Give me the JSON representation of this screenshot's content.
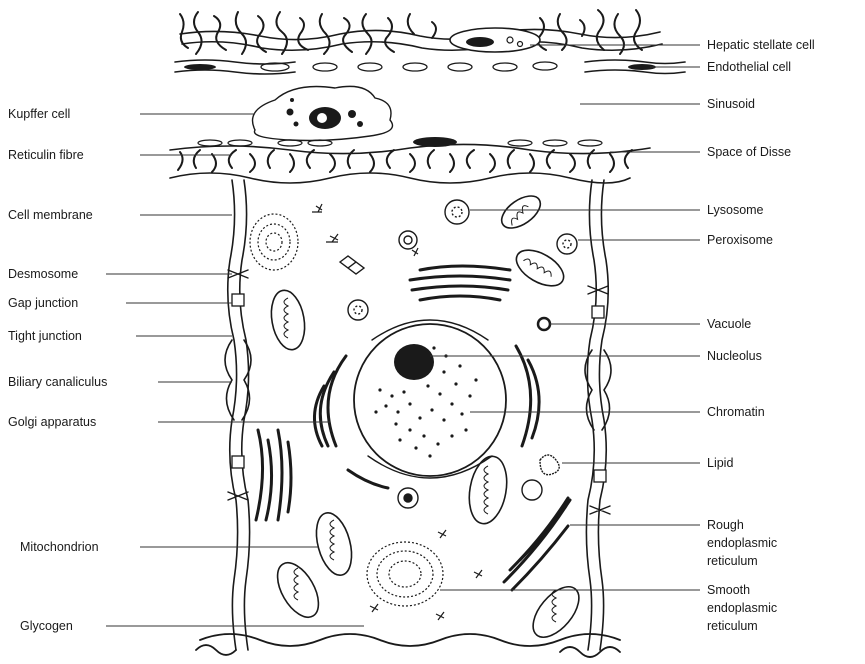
{
  "labels_left": {
    "kupffer_cell": "Kupffer cell",
    "reticulin_fibre": "Reticulin fibre",
    "cell_membrane": "Cell membrane",
    "desmosome": "Desmosome",
    "gap_junction": "Gap junction",
    "tight_junction": "Tight junction",
    "biliary_canaliculus": "Biliary canaliculus",
    "golgi_apparatus": "Golgi apparatus",
    "mitochondrion": "Mitochondrion",
    "glycogen": "Glycogen"
  },
  "labels_right": {
    "hepatic_stellate_cell": "Hepatic stellate cell",
    "endothelial_cell": "Endothelial cell",
    "sinusoid": "Sinusoid",
    "space_of_disse": "Space of Disse",
    "lysosome": "Lysosome",
    "peroxisome": "Peroxisome",
    "vacuole": "Vacuole",
    "nucleolus": "Nucleolus",
    "chromatin": "Chromatin",
    "lipid": "Lipid",
    "rough_er": [
      "Rough",
      "endoplasmic",
      "reticulum"
    ],
    "smooth_er": [
      "Smooth",
      "endoplasmic",
      "reticulum"
    ]
  },
  "colors": {
    "ink": "#1a1a1a",
    "background": "#ffffff"
  }
}
